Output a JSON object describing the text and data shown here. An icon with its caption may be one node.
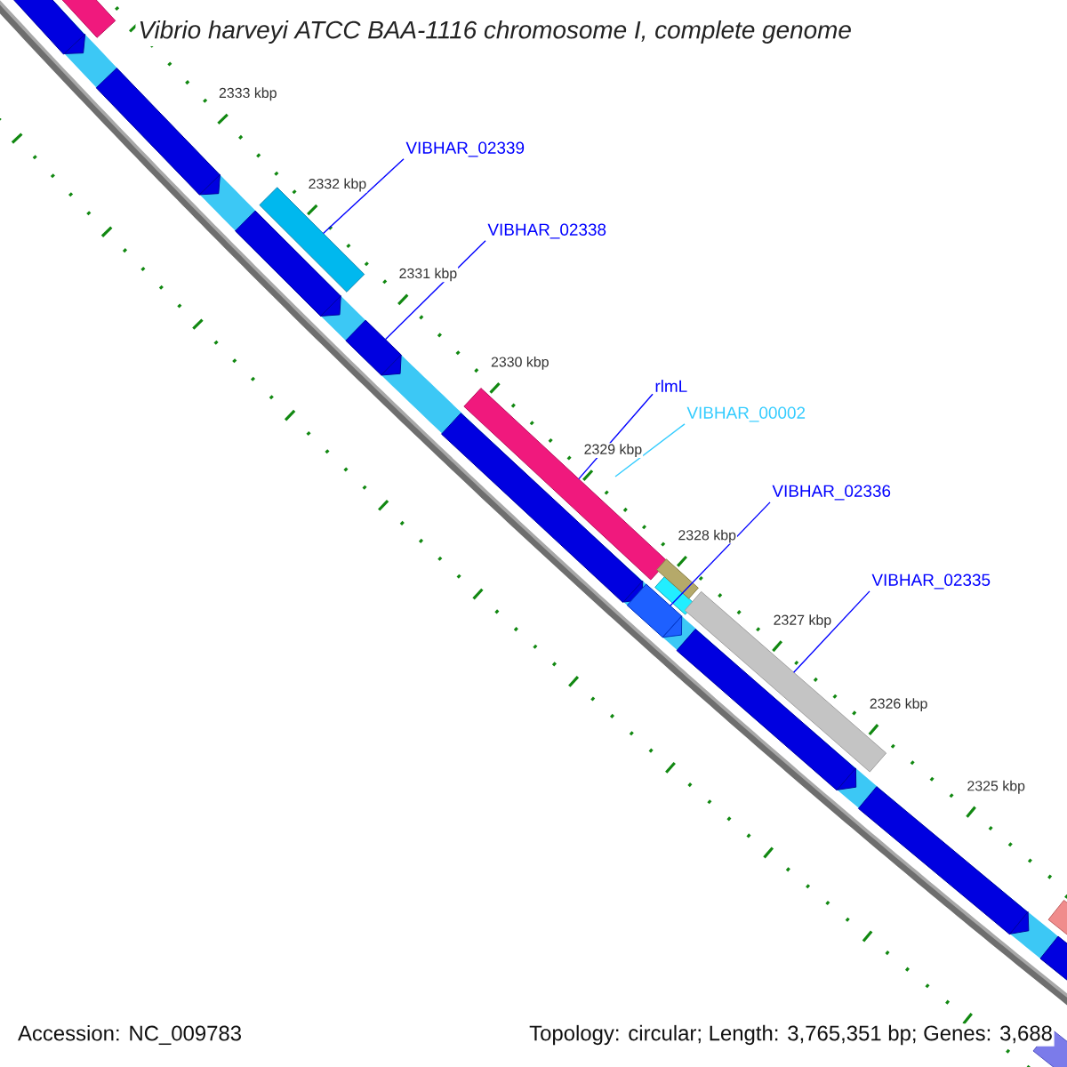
{
  "diagram": {
    "title": "Vibrio harveyi ATCC BAA-1116 chromosome I, complete genome",
    "nodes": [
      {
        "text": [
          "VIBHAR_02339"
        ]
      },
      {
        "text": [
          "VIBHAR_02338"
        ]
      },
      {
        "text": [
          "rlmL"
        ]
      },
      {
        "text": [
          "VIBHAR_00002"
        ]
      },
      {
        "text": [
          "VIBHAR_02336"
        ]
      },
      {
        "text": [
          "VIBHAR_02335"
        ]
      },
      {
        "text": [],
        "shape": "bar"
      },
      {
        "text": [],
        "shape": "bar"
      },
      {
        "text": [],
        "shape": "bar"
      },
      {
        "text": [],
        "shape": "bar"
      },
      {
        "text": [],
        "shape": "bar"
      },
      {
        "text": [],
        "shape": "bar"
      },
      {
        "text": [],
        "shape": "bar"
      },
      {
        "text": [],
        "shape": "bar"
      },
      {
        "text": [],
        "shape": "bar"
      },
      {
        "text": [],
        "shape": "bar"
      },
      {
        "text": [],
        "shape": "bar"
      },
      {
        "text": [],
        "shape": "bar"
      },
      {
        "text": [],
        "shape": "bar"
      },
      {
        "text": [],
        "shape": "bar"
      },
      {
        "text": [],
        "shape": "bar"
      },
      {
        "text": [],
        "shape": "bar"
      },
      {
        "text": [],
        "shape": "bar"
      }
    ],
    "edges": [
      {
        "from": 0,
        "to": 10,
        "arrow": "none"
      },
      {
        "from": 1,
        "to": 11,
        "arrow": "none"
      },
      {
        "from": 2,
        "to": 13,
        "arrow": "none"
      },
      {
        "from": 3,
        "to": null,
        "arrow": "none",
        "color": "#33ccff"
      },
      {
        "from": 4,
        "to": 14,
        "arrow": "none"
      },
      {
        "from": 5,
        "to": 18,
        "arrow": "none"
      }
    ],
    "labels": [
      "2333 kbp",
      "2332 kbp",
      "2331 kbp",
      "2330 kbp",
      "2329 kbp",
      "2328 kbp",
      "2327 kbp",
      "2326 kbp",
      "2325 kbp",
      "Accession: NC_009783",
      "Topology: circular; Length: 3,765,351 bp; Genes: 3,688"
    ]
  }
}
